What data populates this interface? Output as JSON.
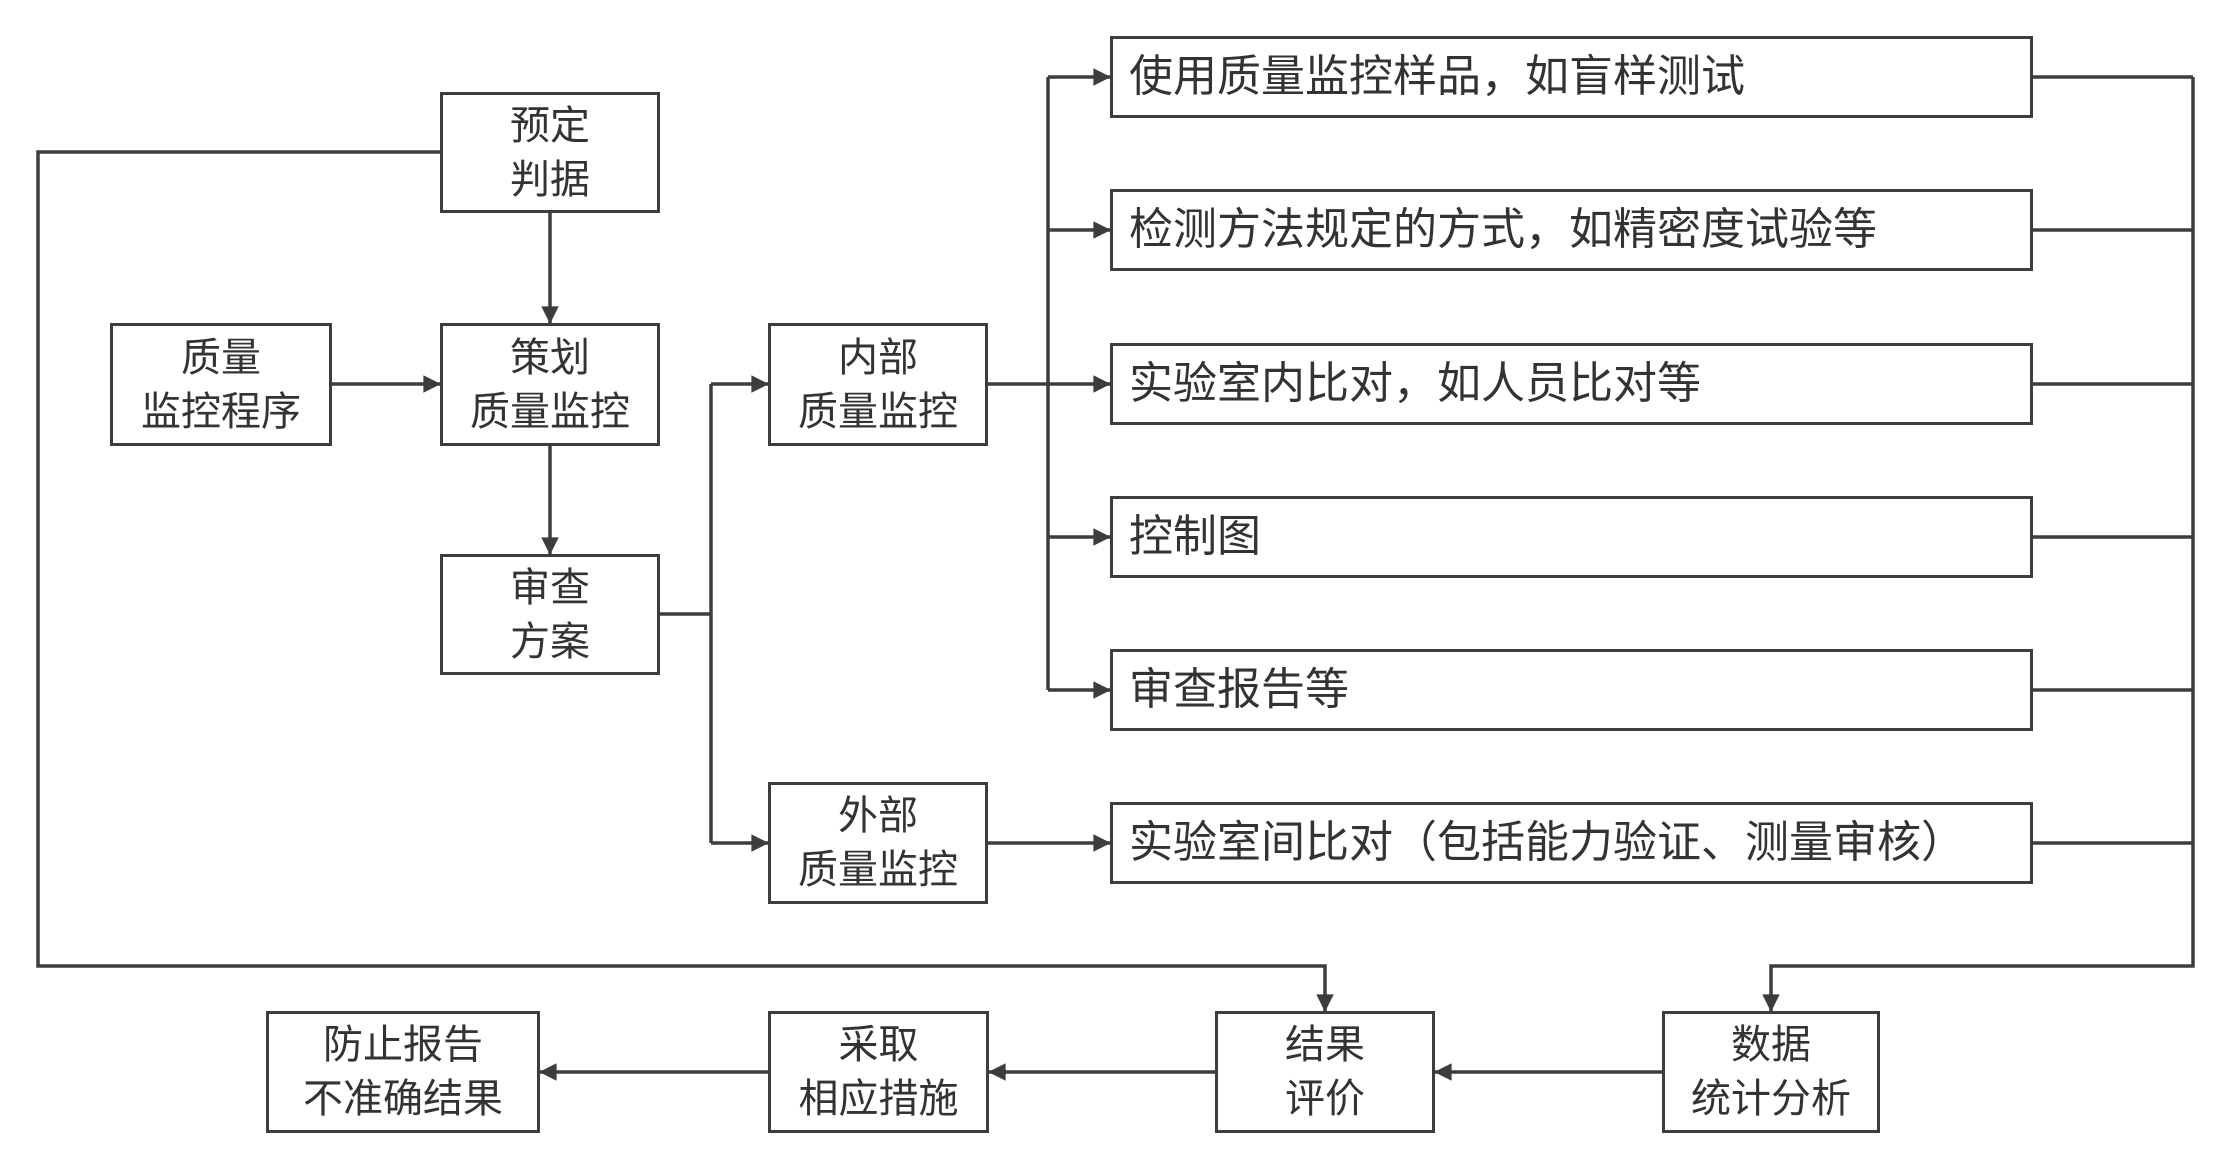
{
  "diagram": {
    "background_color": "#ffffff",
    "line_color": "#3d3d3d",
    "text_color": "#333333",
    "nodes": {
      "predetermined_criteria": {
        "label": "预定\n判据"
      },
      "quality_monitoring_program": {
        "label": "质量\n监控程序"
      },
      "plan_quality_monitoring": {
        "label": "策划\n质量监控"
      },
      "review_plan": {
        "label": "审查\n方案"
      },
      "internal_quality_monitoring": {
        "label": "内部\n质量监控"
      },
      "external_quality_monitoring": {
        "label": "外部\n质量监控"
      },
      "blind_sample_test": {
        "label": "使用质量监控样品，如盲样测试"
      },
      "method_specified_way": {
        "label": "检测方法规定的方式，如精密度试验等"
      },
      "intralab_comparison": {
        "label": "实验室内比对，如人员比对等"
      },
      "control_chart": {
        "label": "控制图"
      },
      "review_reports": {
        "label": "审查报告等"
      },
      "interlab_comparison": {
        "label": "实验室间比对（包括能力验证、测量审核）"
      },
      "prevent_inaccurate_results": {
        "label": "防止报告\n不准确结果"
      },
      "take_measures": {
        "label": "采取\n相应措施"
      },
      "result_evaluation": {
        "label": "结果\n评价"
      },
      "data_statistical_analysis": {
        "label": "数据\n统计分析"
      }
    },
    "edges": [
      {
        "from": "predetermined_criteria",
        "to": "plan_quality_monitoring"
      },
      {
        "from": "quality_monitoring_program",
        "to": "plan_quality_monitoring"
      },
      {
        "from": "plan_quality_monitoring",
        "to": "review_plan"
      },
      {
        "from": "review_plan",
        "to": "internal_quality_monitoring"
      },
      {
        "from": "review_plan",
        "to": "external_quality_monitoring"
      },
      {
        "from": "internal_quality_monitoring",
        "to": "blind_sample_test"
      },
      {
        "from": "internal_quality_monitoring",
        "to": "method_specified_way"
      },
      {
        "from": "internal_quality_monitoring",
        "to": "intralab_comparison"
      },
      {
        "from": "internal_quality_monitoring",
        "to": "control_chart"
      },
      {
        "from": "internal_quality_monitoring",
        "to": "review_reports"
      },
      {
        "from": "external_quality_monitoring",
        "to": "interlab_comparison"
      },
      {
        "from": "blind_sample_test",
        "to": "data_statistical_analysis"
      },
      {
        "from": "method_specified_way",
        "to": "data_statistical_analysis"
      },
      {
        "from": "intralab_comparison",
        "to": "data_statistical_analysis"
      },
      {
        "from": "control_chart",
        "to": "data_statistical_analysis"
      },
      {
        "from": "review_reports",
        "to": "data_statistical_analysis"
      },
      {
        "from": "interlab_comparison",
        "to": "data_statistical_analysis"
      },
      {
        "from": "predetermined_criteria",
        "to": "result_evaluation"
      },
      {
        "from": "data_statistical_analysis",
        "to": "result_evaluation"
      },
      {
        "from": "result_evaluation",
        "to": "take_measures"
      },
      {
        "from": "take_measures",
        "to": "prevent_inaccurate_results"
      }
    ]
  }
}
